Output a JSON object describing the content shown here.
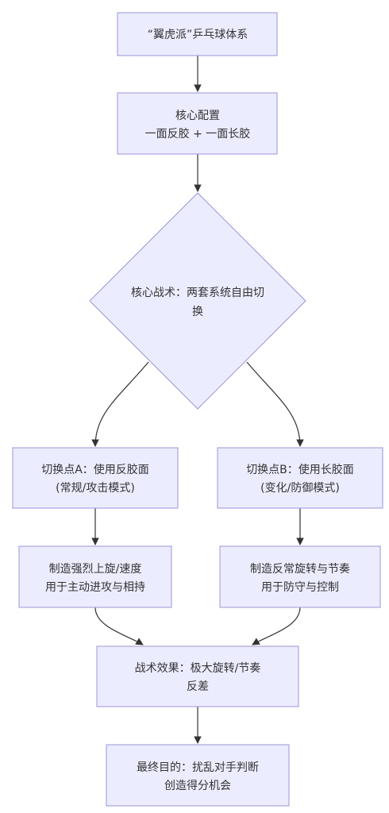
{
  "nodes": {
    "system": {
      "lines": [
        "“翼虎派”乒乓球体系"
      ]
    },
    "core_config": {
      "lines": [
        "核心配置",
        "一面反胶 + 一面长胶"
      ]
    },
    "core_tactic": {
      "lines": [
        "核心战术：两套系统自由切",
        "换"
      ]
    },
    "switch_a": {
      "lines": [
        "切换点A：使用反胶面",
        "(常规/攻击模式)"
      ]
    },
    "switch_b": {
      "lines": [
        "切换点B：使用长胶面",
        "(变化/防御模式)"
      ]
    },
    "spin_speed": {
      "lines": [
        "制造强烈上旋/速度",
        "用于主动进攻与相持"
      ]
    },
    "spin_rhythm": {
      "lines": [
        "制造反常旋转与节奏",
        "用于防守与控制"
      ]
    },
    "effect": {
      "lines": [
        "战术效果：极大旋转/节奏",
        "反差"
      ]
    },
    "goal": {
      "lines": [
        "最终目的：扰乱对手判断",
        "创造得分机会"
      ]
    }
  },
  "colors": {
    "node_fill": "#ececff",
    "node_stroke": "#9b95d9",
    "edge": "#333333",
    "text": "#333333"
  }
}
